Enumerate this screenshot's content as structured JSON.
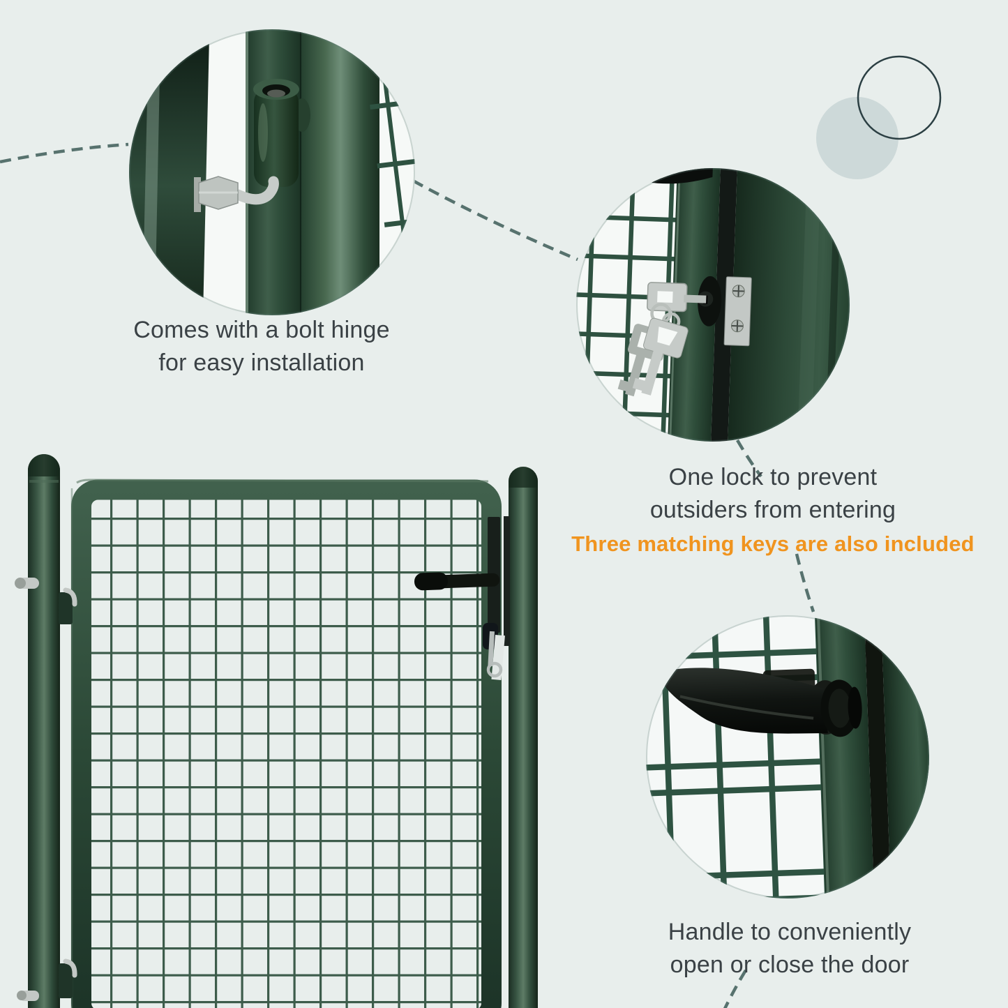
{
  "captions": {
    "hinge": {
      "line1": "Comes with a bolt hinge",
      "line2": "for easy installation"
    },
    "lock": {
      "line1": "One lock to prevent",
      "line2": "outsiders from entering",
      "highlight": "Three matching keys are also included"
    },
    "handle": {
      "line1": "Handle to conveniently",
      "line2": "open or close the door"
    }
  },
  "colors": {
    "background": "#e8eeec",
    "text_dark": "#3a4145",
    "accent_orange": "#f0941f",
    "dash_line": "#57726e",
    "decor_circle_fill": "#cdd9d9",
    "decor_ring_stroke": "#2b3f43",
    "gate_green_dark": "#1d3428",
    "gate_green_mid": "#3a5745",
    "mesh_wire_green": "#3d5c4b",
    "hardware_black": "#121613",
    "metal_silver": "#c3c8c5",
    "photo_white": "#f6f9f7"
  }
}
